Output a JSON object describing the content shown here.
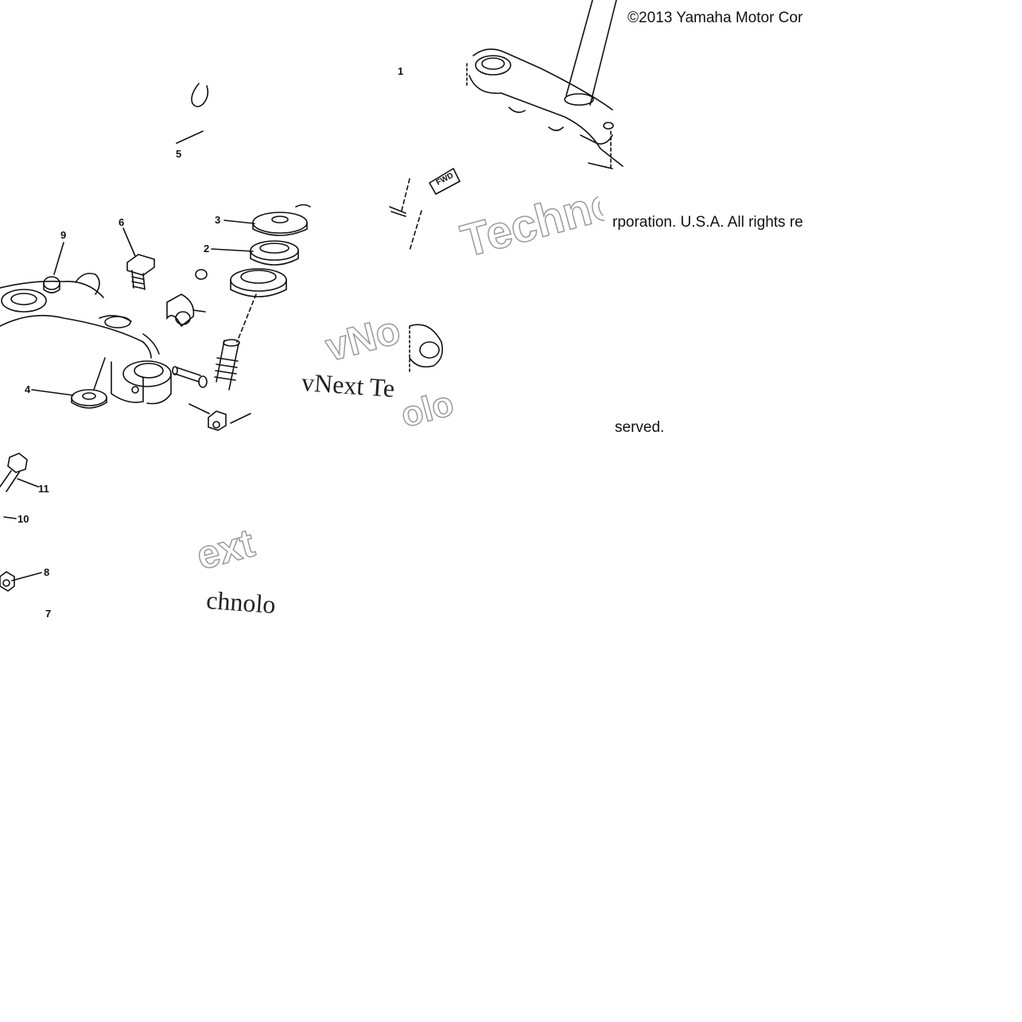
{
  "copyright": {
    "line1": "©2013 Yamaha Motor Cor",
    "line2": "rporation. U.S.A. All rights re",
    "line3": "served."
  },
  "callouts": [
    "1",
    "2",
    "3",
    "4",
    "5",
    "6",
    "7",
    "8",
    "9",
    "10",
    "11"
  ],
  "fwd_label": "FWD",
  "watermarks": {
    "techno": "Techno",
    "vnext": "vNext Te",
    "next_frag": "ext",
    "chnolo": "chnolo",
    "vno_frag": "vNo",
    "olo_frag": "olo"
  }
}
